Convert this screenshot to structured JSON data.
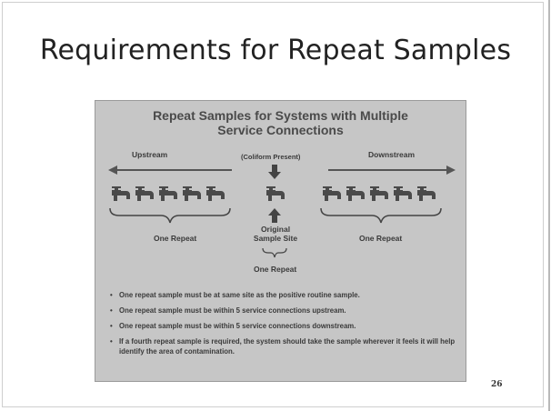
{
  "slide": {
    "title": "Requirements for Repeat Samples",
    "page_number": "26"
  },
  "inner": {
    "title_line1": "Repeat Samples for Systems with Multiple",
    "title_line2": "Service Connections",
    "upstream_label": "Upstream",
    "downstream_label": "Downstream",
    "coliform_label": "(Coliform Present)",
    "left_group_label": "One Repeat",
    "right_group_label": "One Repeat",
    "original_label_line1": "Original",
    "original_label_line2": "Sample Site",
    "center_repeat_label": "One Repeat",
    "bullets": [
      "One repeat sample must be at same site as the positive routine sample.",
      "One repeat sample must be within 5 service connections upstream.",
      "One repeat sample must be within 5 service connections downstream.",
      "If a fourth repeat sample is required, the system should take the sample wherever it feels it will help identify the area of contamination."
    ],
    "icon": "faucet-icon"
  },
  "colors": {
    "inner_background": "#c6c6c6",
    "text_dark": "#3a3a3a"
  }
}
